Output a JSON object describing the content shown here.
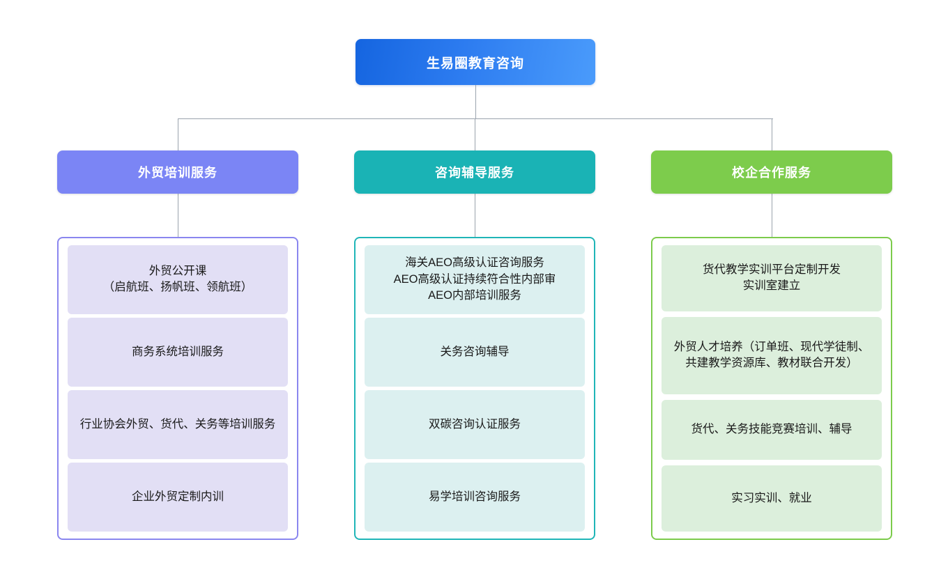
{
  "diagram": {
    "type": "organization-chart",
    "orientation": "top-down",
    "root": {
      "label": "生易圈教育咨询",
      "color": "#2d7cf0",
      "gradient_from": "#1565e0",
      "gradient_to": "#4a9bfb",
      "text_color": "#ffffff"
    },
    "connector_color": "#9aa3ad",
    "branches": [
      {
        "header": "外贸培训服务",
        "color": "#7b85f5",
        "border_color": "#8a86ef",
        "card_color": "#e2dff5",
        "items": [
          "外贸公开课\n（启航班、扬帆班、领航班）",
          "商务系统培训服务",
          "行业协会外贸、货代、关务等培训服务",
          "企业外贸定制内训"
        ]
      },
      {
        "header": "咨询辅导服务",
        "color": "#1ab3b5",
        "border_color": "#1fb5b7",
        "card_color": "#dcf0f0",
        "items": [
          "海关AEO高级认证咨询服务\nAEO高级认证持续符合性内部审\nAEO内部培训服务",
          "关务咨询辅导",
          "双碳咨询认证服务",
          "易学培训咨询服务"
        ]
      },
      {
        "header": "校企合作服务",
        "color": "#7dcc4c",
        "border_color": "#7ccb4b",
        "card_color": "#dcefdc",
        "items": [
          "货代教学实训平台定制开发\n实训室建立",
          "外贸人才培养（订单班、现代学徒制、共建教学资源库、教材联合开发）",
          "货代、关务技能竞赛培训、辅导",
          "实习实训、就业"
        ]
      }
    ]
  }
}
